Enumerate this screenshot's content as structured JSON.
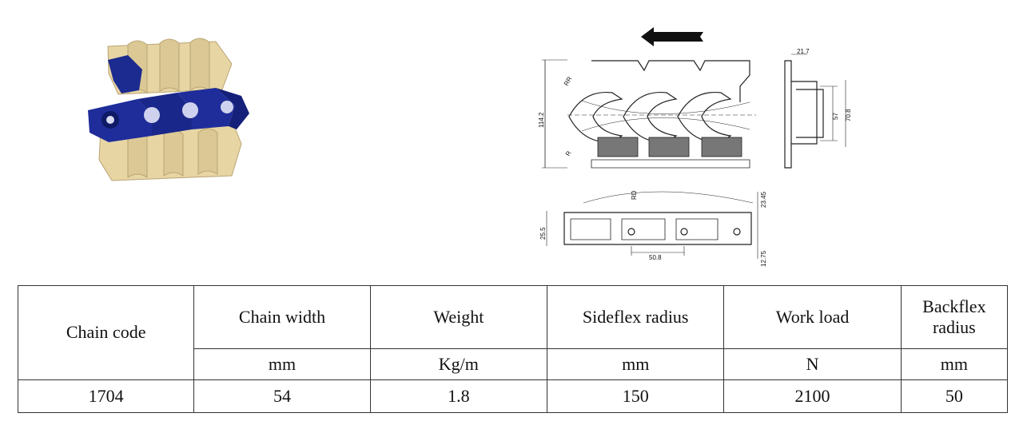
{
  "drawing": {
    "dimensions": {
      "d_21_7": "21.7",
      "d_57": "57",
      "d_70_8": "70.8",
      "d_114_2": "114.2",
      "d_rr": "RR",
      "d_r": "R",
      "d_rd": "RD",
      "d_23_45": "23.45",
      "d_25_5": "25.5",
      "d_50_8": "50.8",
      "d_12_75": "12.75"
    }
  },
  "table": {
    "headers": {
      "chain_code": "Chain code",
      "chain_width": "Chain width",
      "weight": "Weight",
      "sideflex": "Sideflex radius",
      "work_load": "Work load",
      "backflex_1": "Backflex",
      "backflex_2": "radius"
    },
    "units": {
      "chain_width": "mm",
      "weight": "Kg/m",
      "sideflex": "mm",
      "work_load": "N",
      "backflex": "mm"
    },
    "row": {
      "chain_code": "1704",
      "chain_width": "54",
      "weight": "1.8",
      "sideflex": "150",
      "work_load": "2100",
      "backflex": "50"
    }
  }
}
